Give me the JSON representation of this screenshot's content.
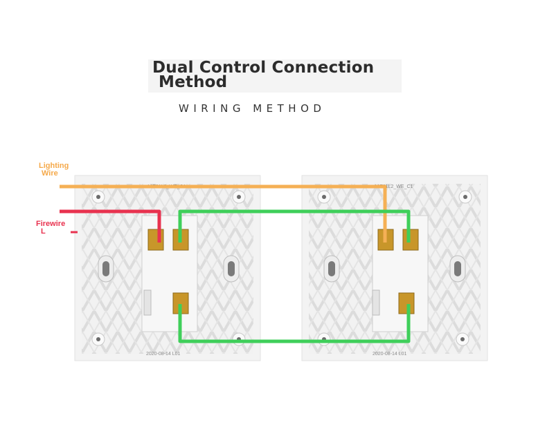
{
  "title": {
    "line1": "Dual Control Connection",
    "line2": "Method"
  },
  "subtitle": "WIRING METHOD",
  "labels": {
    "lighting_line1": "Lighting",
    "lighting_line2": "Wire",
    "firewire_line1": "Firewire",
    "firewire_line2": "L"
  },
  "switches": [
    {
      "model_text": "A1T31L2_WE_C1",
      "date_text": "2020-08-14 L01"
    },
    {
      "model_text": "A1T31L2_WE_C1",
      "date_text": "2020-08-14 L01"
    }
  ],
  "colors": {
    "lighting_wire": "#f5b055",
    "fire_wire": "#e8324f",
    "traveler_wire": "#3fcf5a",
    "panel": "#f0f0f0",
    "terminal": "#c8962a"
  }
}
